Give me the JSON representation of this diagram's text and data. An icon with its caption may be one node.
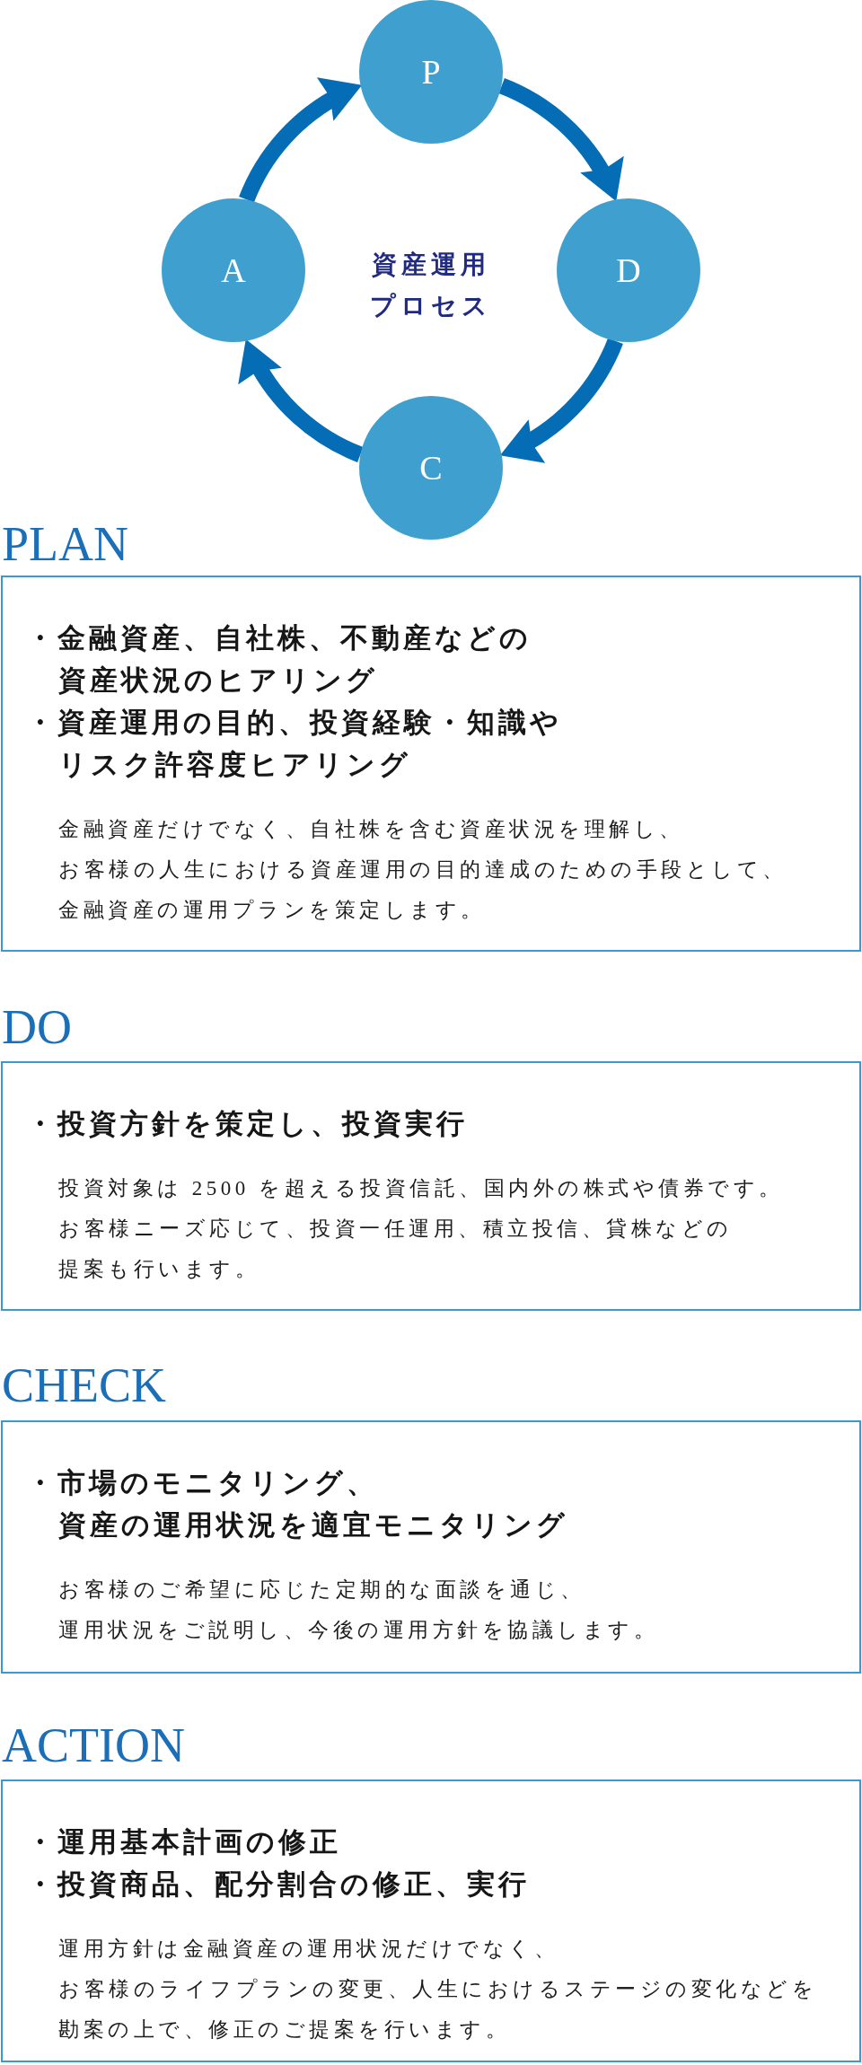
{
  "diagram": {
    "nodes": [
      {
        "text": [
          "P"
        ]
      },
      {
        "text": [
          "A"
        ]
      },
      {
        "text": [
          "D"
        ]
      },
      {
        "text": [
          "C"
        ]
      },
      {
        "text": [
          "PLAN",
          "・金融資産、自社株、不動産などの資産状況のヒアリング",
          "・資産運用の目的、投資経験・知識やリスク許容度ヒアリング",
          "金融資産だけでなく、自社株を含む資産状況を理解し、お客様の人生における資産運用の目的達成のための手段として、金融資産の運用プランを策定します。"
        ]
      },
      {
        "text": [
          "DO",
          "・投資方針を策定し、投資実行",
          "投資対象は 2500 を超える投資信託、国内外の株式や債券です。お客様ニーズ応じて、投資一任運用、積立投信、貸株などの提案も行います。"
        ]
      },
      {
        "text": [
          "CHECK",
          "・市場のモニタリング、資産の運用状況を適宜モニタリング",
          "お客様のご希望に応じた定期的な面談を通じ、運用状況をご説明し、今後の運用方針を協議します。"
        ]
      },
      {
        "text": [
          "ACTION",
          "・運用基本計画の修正",
          "・投資商品、配分割合の修正、実行",
          "運用方針は金融資産の運用状況だけでなく、お客様のライフプランの変更、人生におけるステージの変化などを勘案の上で、修正のご提案を行います。"
        ]
      }
    ],
    "edges": [
      {
        "from": 0,
        "to": 2,
        "arrow": "to"
      },
      {
        "from": 2,
        "to": 3,
        "arrow": "to"
      },
      {
        "from": 3,
        "to": 1,
        "arrow": "to"
      },
      {
        "from": 1,
        "to": 0,
        "arrow": "to"
      }
    ],
    "labels": [
      "資産運用プロセス"
    ]
  }
}
